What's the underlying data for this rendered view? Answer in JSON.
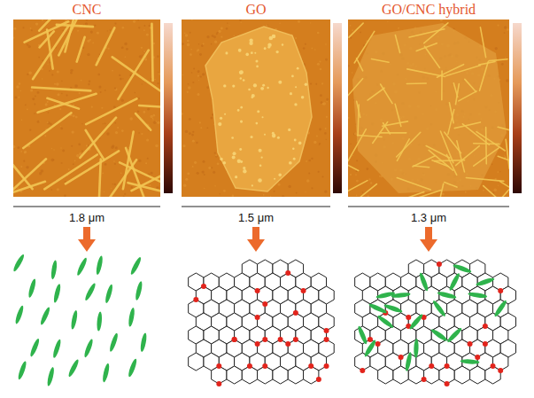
{
  "diagram": {
    "labels": [
      "CNC",
      "GO",
      "GO/CNC hybrid",
      "1.8 μm",
      "1.5 μm",
      "1.3 μm"
    ]
  }
}
